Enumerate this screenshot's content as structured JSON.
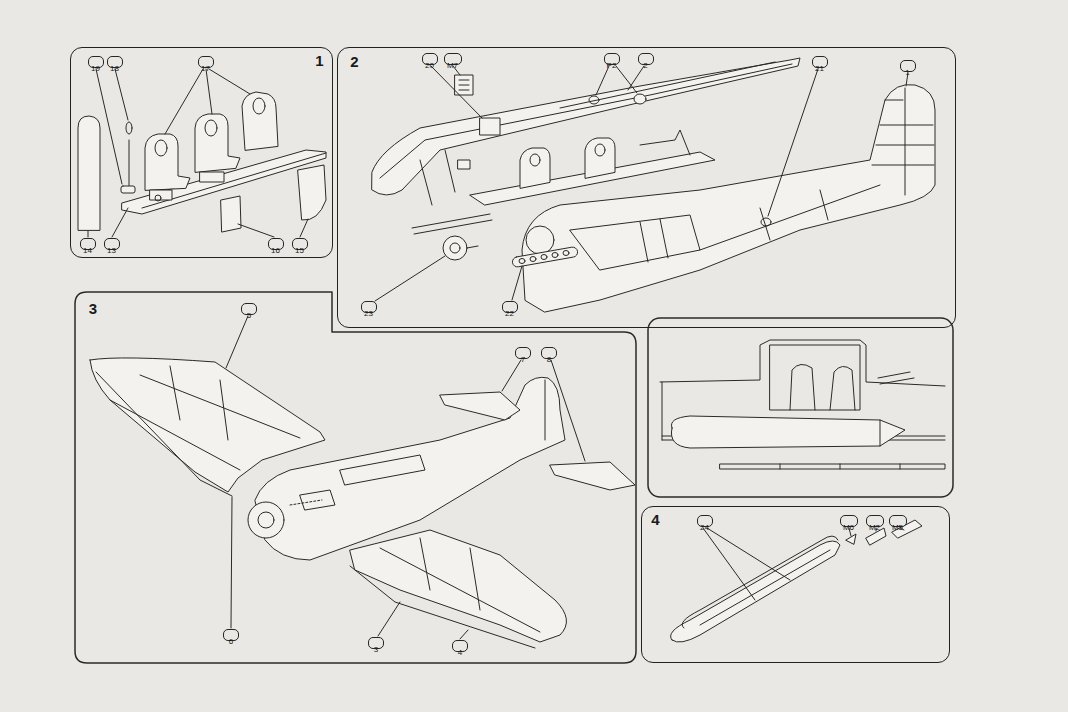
{
  "diagram": {
    "nodes": [
      {
        "text": [
          "1"
        ]
      },
      {
        "text": [
          "19"
        ],
        "in": 0
      },
      {
        "text": [
          "18"
        ],
        "in": 0
      },
      {
        "text": [
          "17"
        ],
        "in": 0
      },
      {
        "text": [
          "14"
        ],
        "in": 0
      },
      {
        "text": [
          "13"
        ],
        "in": 0
      },
      {
        "text": [
          "16"
        ],
        "in": 0
      },
      {
        "text": [
          "15"
        ],
        "in": 0
      },
      {
        "text": [
          "2"
        ]
      },
      {
        "text": [
          "20"
        ],
        "in": 8
      },
      {
        "text": [
          "M7"
        ],
        "in": 8
      },
      {
        "text": [
          "P2"
        ],
        "in": 8
      },
      {
        "text": [
          "2"
        ],
        "in": 8
      },
      {
        "text": [
          "21"
        ],
        "in": 8
      },
      {
        "text": [
          "1"
        ],
        "in": 8
      },
      {
        "text": [
          "23"
        ],
        "in": 8
      },
      {
        "text": [
          "22"
        ],
        "in": 8
      },
      {
        "text": [
          "3"
        ]
      },
      {
        "text": [
          "5"
        ],
        "in": 17
      },
      {
        "text": [
          "7"
        ],
        "in": 17
      },
      {
        "text": [
          "8"
        ],
        "in": 17
      },
      {
        "text": [
          "6"
        ],
        "in": 17
      },
      {
        "text": [
          "3"
        ],
        "in": 17
      },
      {
        "text": [
          "4"
        ],
        "in": 17
      },
      {
        "text": [
          "4"
        ]
      },
      {
        "text": [
          "24"
        ],
        "in": 24
      },
      {
        "text": [
          "M6"
        ],
        "in": 24
      },
      {
        "text": [
          "M2"
        ],
        "in": 24
      },
      {
        "text": [
          "M5"
        ],
        "in": 24
      }
    ]
  }
}
